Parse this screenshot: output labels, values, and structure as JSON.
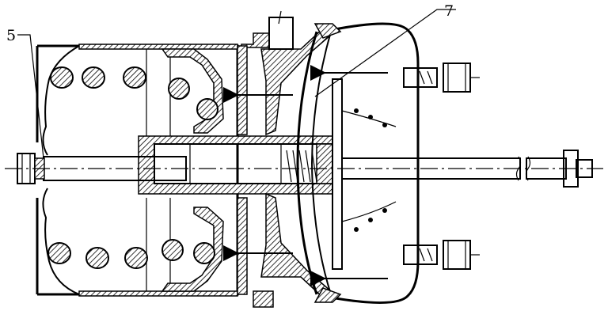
{
  "callouts": [
    {
      "id": "5",
      "text": "5"
    },
    {
      "id": "7",
      "text": "7"
    }
  ]
}
